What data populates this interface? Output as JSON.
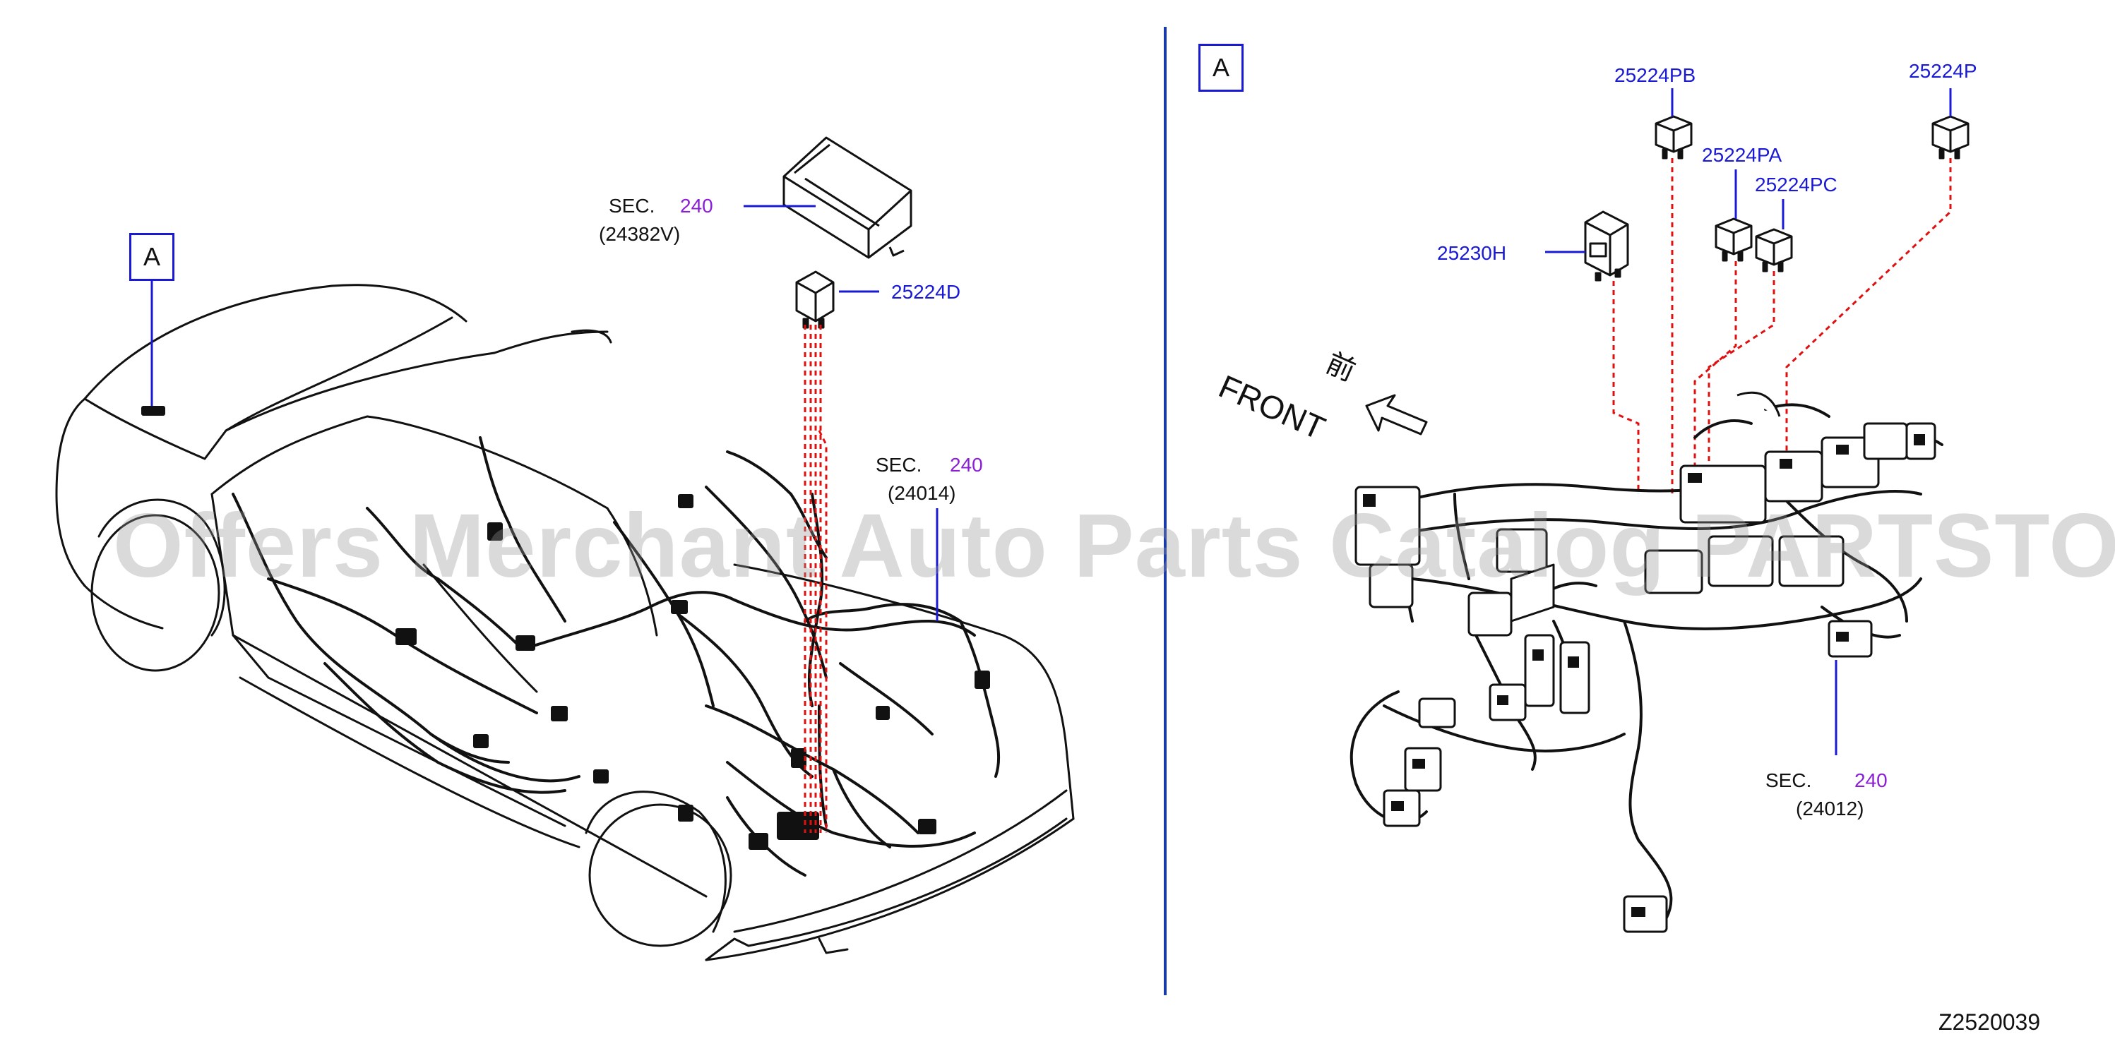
{
  "left_panel": {
    "callout_letter": "A",
    "sec_labels": [
      {
        "sec": "SEC.",
        "num": "240",
        "part": "(24382V)"
      },
      {
        "sec": "SEC.",
        "num": "240",
        "part": "(24014)"
      }
    ],
    "part_labels": [
      "25224D"
    ]
  },
  "right_panel": {
    "callout_letter": "A",
    "front_text": "FRONT",
    "front_kanji": "前",
    "part_labels": [
      "25224PB",
      "25224PA",
      "25224PC",
      "25224P",
      "25230H"
    ],
    "sec_label": {
      "sec": "SEC.",
      "num": "240",
      "part": "(24012)"
    }
  },
  "watermark": "Offers Merchant Auto Parts Catalog PARTSTORE.SA",
  "diagram_id": "Z2520039",
  "colors": {
    "leader_blue": "#1a1ad6",
    "sec_purple": "#8a1fd6",
    "dashed_red": "#e01010",
    "divider_blue": "#1a3aa8"
  }
}
